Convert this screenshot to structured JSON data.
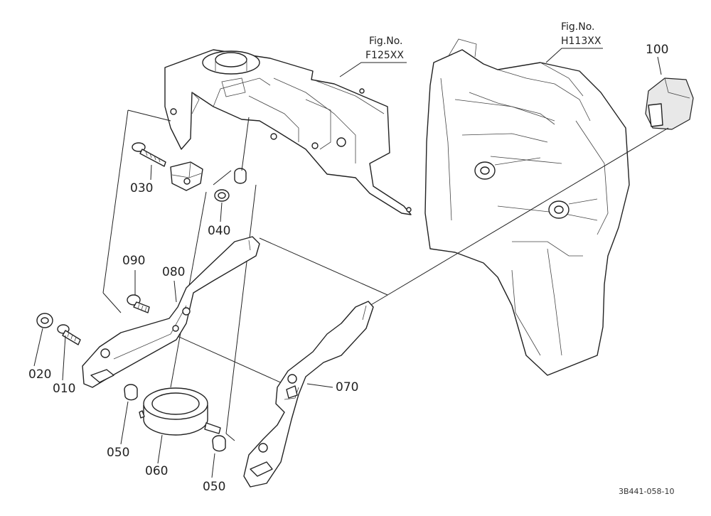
{
  "callouts": {
    "p010": "010",
    "p020": "020",
    "p030": "030",
    "p040": "040",
    "p050a": "050",
    "p050b": "050",
    "p060": "060",
    "p070": "070",
    "p080": "080",
    "p090": "090",
    "p100": "100"
  },
  "refs": {
    "f125": {
      "title": "Fig.No.",
      "code": "F125XX"
    },
    "h113": {
      "title": "Fig.No.",
      "code": "H113XX"
    }
  },
  "drawing_code": "3B441-058-10"
}
